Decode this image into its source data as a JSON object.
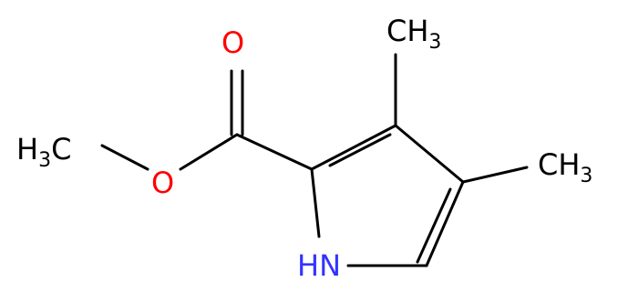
{
  "colors": {
    "bond": "#000000",
    "carbon": "#000000",
    "oxygen": "#ff0000",
    "nitrogen": "#3333ff"
  },
  "atoms": {
    "methyl_top": {
      "main": "CH",
      "sub": "3"
    },
    "methyl_right": {
      "main": "CH",
      "sub": "3"
    },
    "methyl_left": {
      "main": "H",
      "sub": "3",
      "tail": "C"
    },
    "carbonyl_oxygen": "O",
    "ester_oxygen": "O",
    "ring_nitrogen": "HN"
  }
}
